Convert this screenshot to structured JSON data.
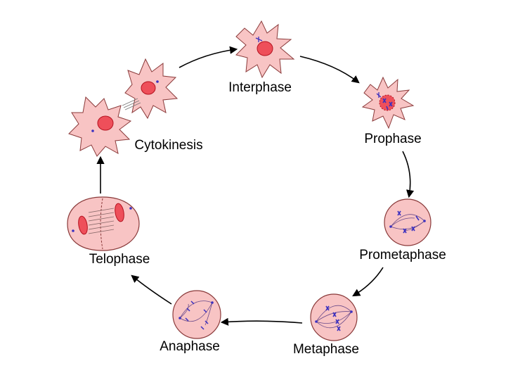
{
  "diagram": {
    "stages": [
      {
        "id": "interphase",
        "label": "Interphase"
      },
      {
        "id": "prophase",
        "label": "Prophase"
      },
      {
        "id": "prometaphase",
        "label": "Prometaphase"
      },
      {
        "id": "metaphase",
        "label": "Metaphase"
      },
      {
        "id": "anaphase",
        "label": "Anaphase"
      },
      {
        "id": "telophase",
        "label": "Telophase"
      },
      {
        "id": "cytokinesis",
        "label": "Cytokinesis"
      }
    ],
    "colors": {
      "cell_fill": "#f8c4c4",
      "cell_stroke": "#8a3a3a",
      "nucleus_fill": "#ee4f5a",
      "nucleus_stroke": "#b3121f",
      "chromosome": "#3a2fc0",
      "arrow": "#000000"
    }
  }
}
